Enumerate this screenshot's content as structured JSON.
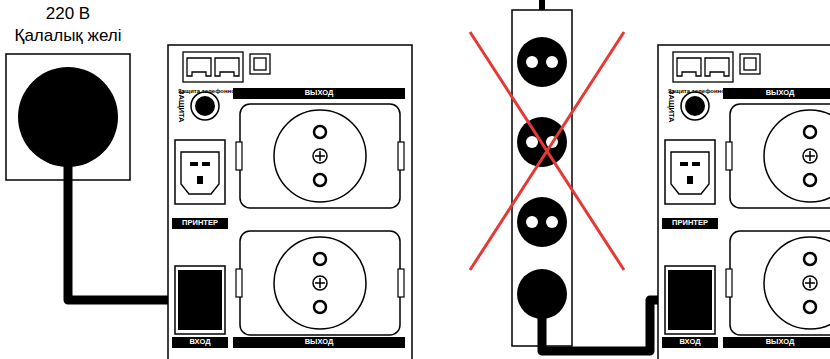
{
  "diagram": {
    "labels": [
      "220 В",
      "Қалалық желі",
      "Защита телефонной линии",
      "Порт связи с ПК",
      "ЗАЩИТА",
      "ВЫХОД",
      "ПРИНТЕР",
      "ВХОД",
      "ВЫХОД",
      "Защита телефонной линии",
      "Порт связи с ПК",
      "ЗАЩИТА",
      "ВЫХОД",
      "ПРИНТЕР",
      "ВХОД",
      "ВЫХОД"
    ]
  }
}
